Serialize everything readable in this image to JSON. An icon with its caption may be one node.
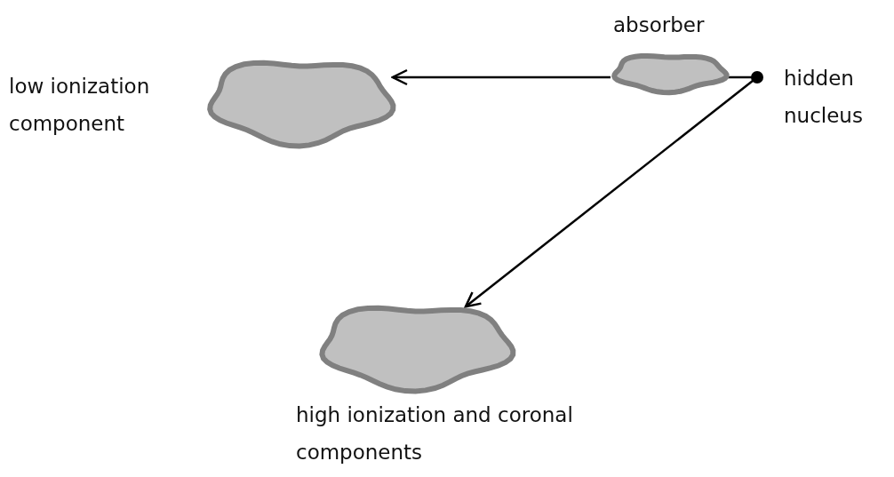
{
  "diagram": {
    "nodes": [
      {
        "text": [
          "low ionization component"
        ]
      },
      {
        "text": [
          "absorber"
        ]
      },
      {
        "text": [
          "hidden nucleus"
        ]
      },
      {
        "text": [
          "high ionization and coronal components"
        ]
      }
    ],
    "edges": [
      {
        "from": 2,
        "to": 1,
        "arrow": "none"
      },
      {
        "from": 1,
        "to": 0,
        "arrow": "to"
      },
      {
        "from": 2,
        "to": 3,
        "arrow": "to"
      }
    ]
  }
}
